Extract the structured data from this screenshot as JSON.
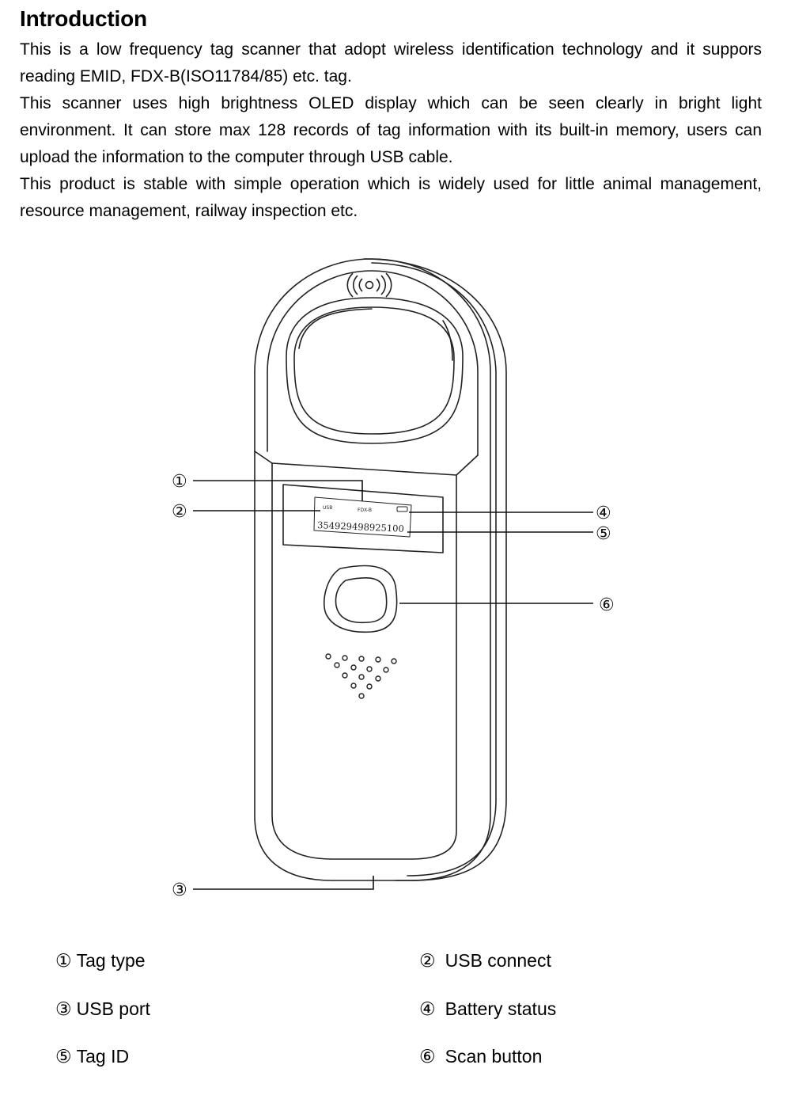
{
  "intro": {
    "title": "Introduction",
    "paragraphs": [
      "This is a low frequency tag scanner that adopt wireless identification technology and it suppors reading EMID, FDX-B(ISO11784/85) etc. tag.",
      "This scanner uses high brightness OLED display which can be seen clearly in bright light environment. It can store max 128 records of tag information with its built-in memory, users can upload the information to the computer through USB cable.",
      "This product is stable with simple operation which is widely used for little animal management, resource management, railway inspection etc."
    ]
  },
  "device": {
    "screen_usb": "USB",
    "screen_tag_type": "FDX-B",
    "screen_tag_id": "354929498925100",
    "rfid_icon": "rfid-signal-icon"
  },
  "callouts": [
    "①",
    "②",
    "③",
    "④",
    "⑤",
    "⑥"
  ],
  "legend": [
    {
      "num": "①",
      "label": "Tag type"
    },
    {
      "num": "②",
      "label": "USB connect"
    },
    {
      "num": "③",
      "label": "USB port"
    },
    {
      "num": "④",
      "label": "Battery status"
    },
    {
      "num": "⑤",
      "label": "Tag ID"
    },
    {
      "num": "⑥",
      "label": "Scan button"
    }
  ]
}
